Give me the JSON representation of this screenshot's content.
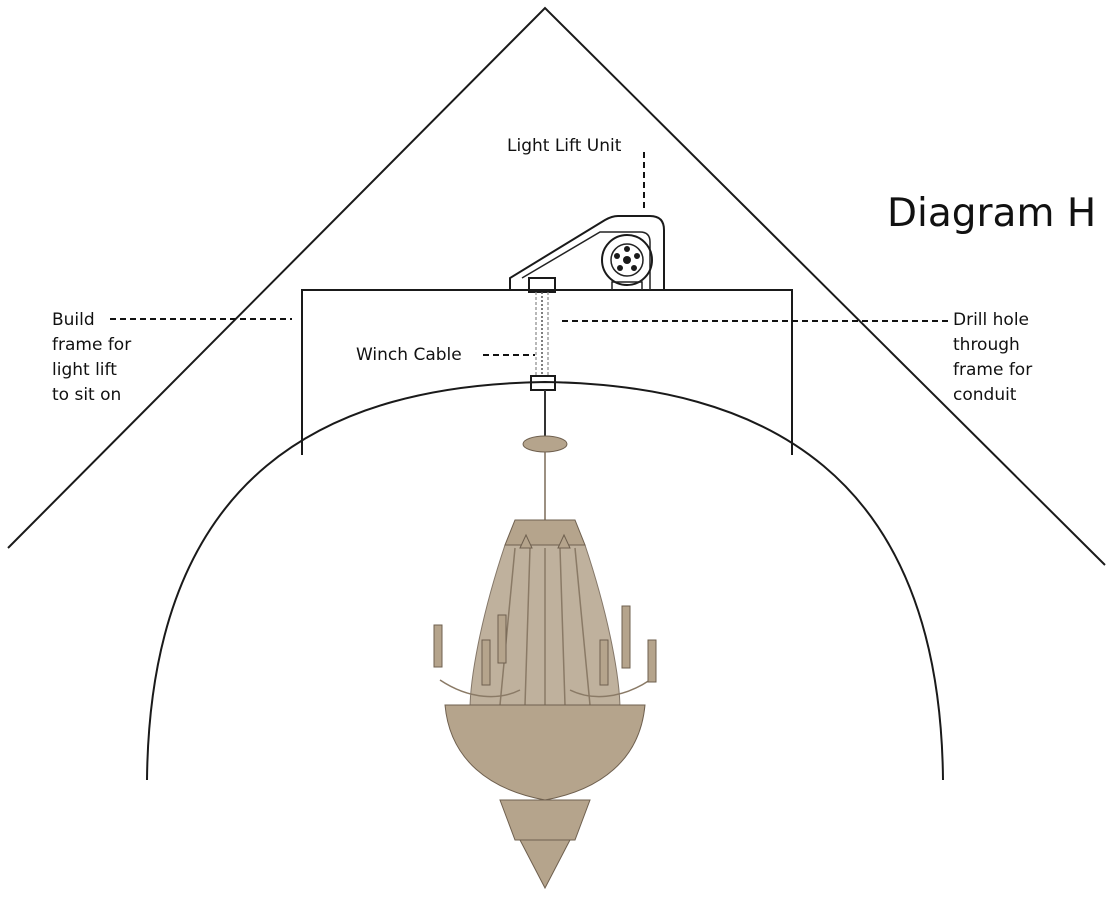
{
  "title": "Diagram H",
  "labels": {
    "light_lift_unit": "Light Lift Unit",
    "winch_cable": "Winch Cable",
    "build_frame": [
      "Build",
      "frame for",
      "light lift",
      "to sit on"
    ],
    "drill_hole": [
      "Drill hole",
      "through",
      "frame for",
      "conduit"
    ]
  },
  "colors": {
    "line": "#1a1a1a",
    "chandelier": "#b5a48c"
  }
}
